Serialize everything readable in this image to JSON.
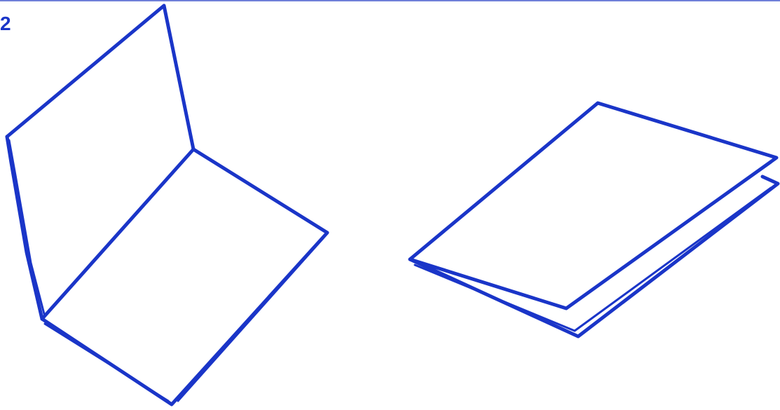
{
  "figure": {
    "number_label": "2"
  },
  "colors": {
    "ink": "#1a35c8",
    "rule": "#6f7fd9",
    "background": "#ffffff"
  },
  "drawings": [
    {
      "name": "open-folder-sketch"
    },
    {
      "name": "closed-folder-sketch"
    }
  ]
}
